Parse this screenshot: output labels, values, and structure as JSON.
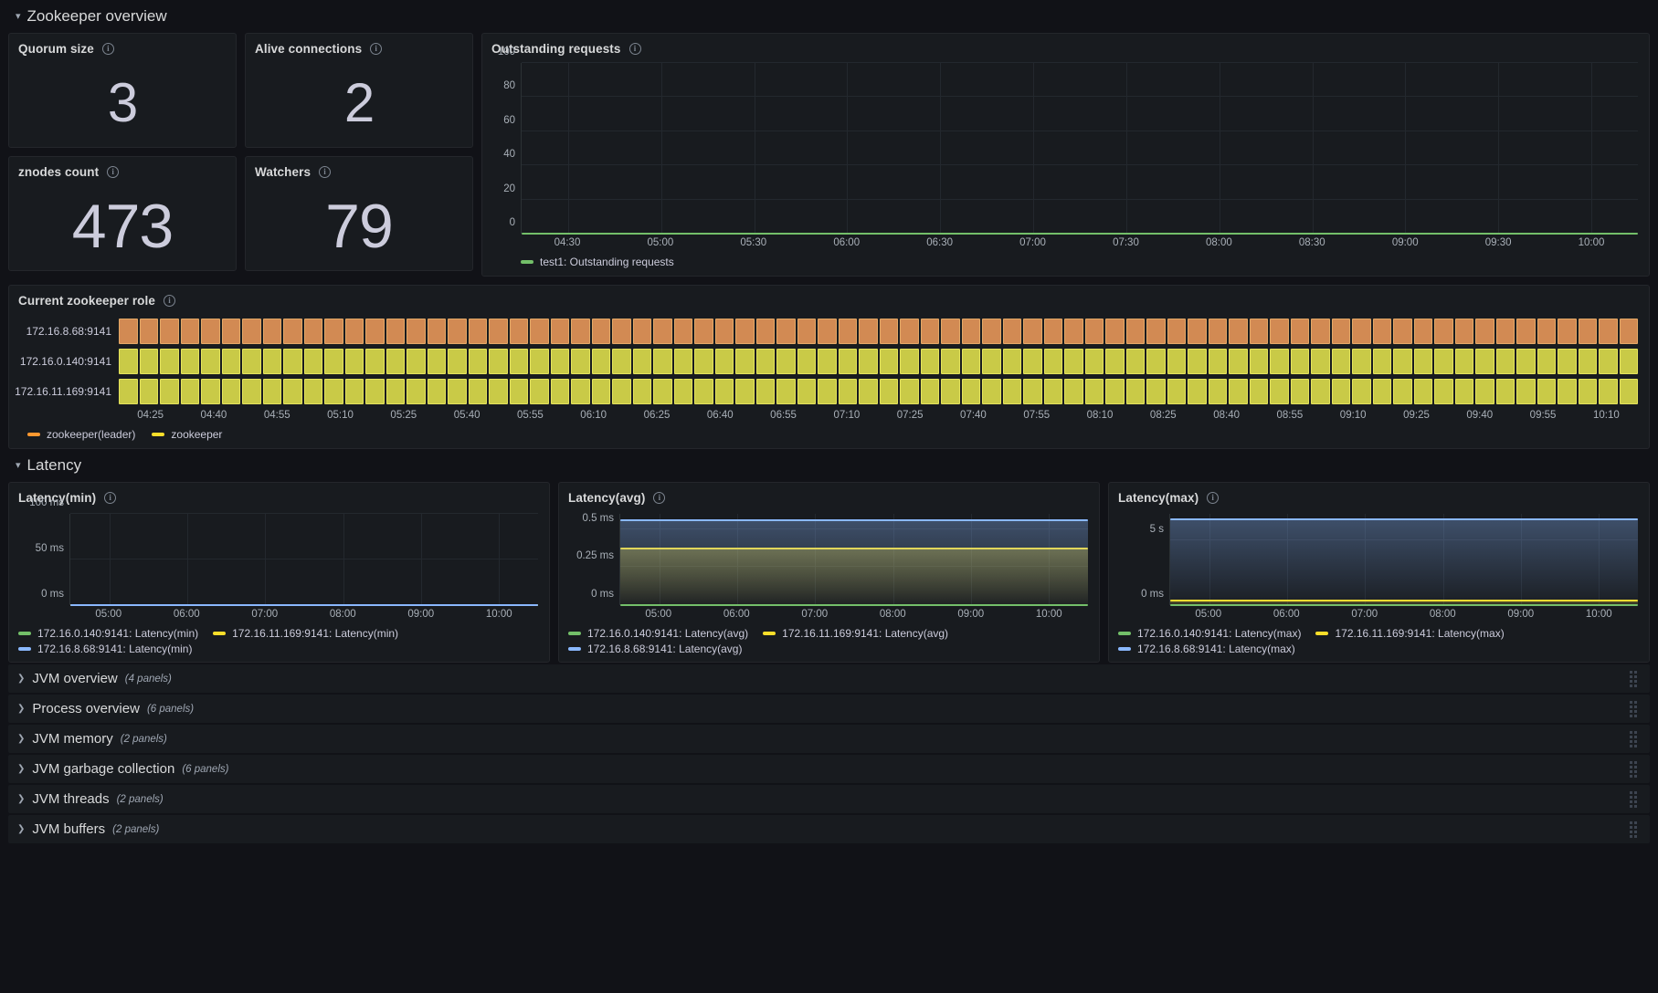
{
  "rows": {
    "zookeeper_overview": {
      "title": "Zookeeper overview",
      "chevron": "chevron-down"
    },
    "latency": {
      "title": "Latency",
      "chevron": "chevron-down"
    }
  },
  "stats": [
    {
      "title": "Quorum size",
      "value": "3",
      "info": "info-icon"
    },
    {
      "title": "Alive connections",
      "value": "2",
      "info": "info-icon"
    },
    {
      "title": "znodes count",
      "value": "473",
      "info": "info-icon"
    },
    {
      "title": "Watchers",
      "value": "79",
      "info": "info-icon"
    }
  ],
  "outstanding": {
    "title": "Outstanding requests",
    "legend": [
      {
        "label": "test1: Outstanding requests",
        "color": "#73bf69"
      }
    ]
  },
  "zk_role": {
    "title": "Current zookeeper role",
    "rows": [
      {
        "label": "172.16.8.68:9141",
        "color": "#d28a53"
      },
      {
        "label": "172.16.0.140:9141",
        "color": "#c9ca47"
      },
      {
        "label": "172.16.11.169:9141",
        "color": "#c9ca47"
      }
    ],
    "legend": [
      {
        "label": "zookeeper(leader)",
        "color": "#ff9830"
      },
      {
        "label": "zookeeper",
        "color": "#fade2a"
      }
    ]
  },
  "latency_panels": [
    {
      "title": "Latency(min)",
      "legend": [
        {
          "label": "172.16.0.140:9141: Latency(min)",
          "color": "#73bf69"
        },
        {
          "label": "172.16.11.169:9141: Latency(min)",
          "color": "#fade2a"
        },
        {
          "label": "172.16.8.68:9141: Latency(min)",
          "color": "#8ab8ff"
        }
      ]
    },
    {
      "title": "Latency(avg)",
      "legend": [
        {
          "label": "172.16.0.140:9141: Latency(avg)",
          "color": "#73bf69"
        },
        {
          "label": "172.16.11.169:9141: Latency(avg)",
          "color": "#fade2a"
        },
        {
          "label": "172.16.8.68:9141: Latency(avg)",
          "color": "#8ab8ff"
        }
      ]
    },
    {
      "title": "Latency(max)",
      "legend": [
        {
          "label": "172.16.0.140:9141: Latency(max)",
          "color": "#73bf69"
        },
        {
          "label": "172.16.11.169:9141: Latency(max)",
          "color": "#fade2a"
        },
        {
          "label": "172.16.8.68:9141: Latency(max)",
          "color": "#8ab8ff"
        }
      ]
    }
  ],
  "collapsed_rows": [
    {
      "title": "JVM overview",
      "count": "(4 panels)",
      "chevron": "chevron-right"
    },
    {
      "title": "Process overview",
      "count": "(6 panels)",
      "chevron": "chevron-right"
    },
    {
      "title": "JVM memory",
      "count": "(2 panels)",
      "chevron": "chevron-right"
    },
    {
      "title": "JVM garbage collection",
      "count": "(6 panels)",
      "chevron": "chevron-right"
    },
    {
      "title": "JVM threads",
      "count": "(2 panels)",
      "chevron": "chevron-right"
    },
    {
      "title": "JVM buffers",
      "count": "(2 panels)",
      "chevron": "chevron-right"
    }
  ],
  "chart_data": [
    {
      "type": "line",
      "title": "Outstanding requests",
      "xlabel": "",
      "ylabel": "",
      "ylim": [
        0,
        100
      ],
      "yticks": [
        0,
        20,
        40,
        60,
        80,
        100
      ],
      "ytick_labels": [
        "0",
        "20",
        "40",
        "60",
        "80",
        "100"
      ],
      "xtick_labels": [
        "04:30",
        "05:00",
        "05:30",
        "06:00",
        "06:30",
        "07:00",
        "07:30",
        "08:00",
        "08:30",
        "09:00",
        "09:30",
        "10:00"
      ],
      "grid": true,
      "legend_position": "bottom",
      "series": [
        {
          "name": "test1: Outstanding requests",
          "color": "#73bf69",
          "constant_value": 0
        }
      ]
    },
    {
      "type": "heatmap",
      "title": "Current zookeeper role",
      "ylabel": "",
      "categories": [
        "172.16.8.68:9141",
        "172.16.0.140:9141",
        "172.16.11.169:9141"
      ],
      "xtick_labels": [
        "04:25",
        "04:40",
        "04:55",
        "05:10",
        "05:25",
        "05:40",
        "05:55",
        "06:10",
        "06:25",
        "06:40",
        "06:55",
        "07:10",
        "07:25",
        "07:40",
        "07:55",
        "08:10",
        "08:25",
        "08:40",
        "08:55",
        "09:10",
        "09:25",
        "09:40",
        "09:55",
        "10:10"
      ],
      "states": [
        {
          "row": "172.16.8.68:9141",
          "state": "zookeeper(leader)",
          "color": "#d28a53"
        },
        {
          "row": "172.16.0.140:9141",
          "state": "zookeeper",
          "color": "#c9ca47"
        },
        {
          "row": "172.16.11.169:9141",
          "state": "zookeeper",
          "color": "#c9ca47"
        }
      ],
      "legend_position": "bottom"
    },
    {
      "type": "line",
      "title": "Latency(min)",
      "ylim": [
        0,
        100
      ],
      "yticks": [
        0,
        50,
        100
      ],
      "ytick_labels": [
        "0 ms",
        "50 ms",
        "100 ms"
      ],
      "xtick_labels": [
        "05:00",
        "06:00",
        "07:00",
        "08:00",
        "09:00",
        "10:00"
      ],
      "grid": true,
      "legend_position": "bottom",
      "series": [
        {
          "name": "172.16.0.140:9141: Latency(min)",
          "color": "#73bf69",
          "constant_value": 0
        },
        {
          "name": "172.16.11.169:9141: Latency(min)",
          "color": "#fade2a",
          "constant_value": 0
        },
        {
          "name": "172.16.8.68:9141: Latency(min)",
          "color": "#8ab8ff",
          "constant_value": 0
        }
      ]
    },
    {
      "type": "area",
      "title": "Latency(avg)",
      "ylim": [
        0,
        0.6
      ],
      "yticks": [
        0,
        0.25,
        0.5
      ],
      "ytick_labels": [
        "0 ms",
        "0.25 ms",
        "0.5 ms"
      ],
      "xtick_labels": [
        "05:00",
        "06:00",
        "07:00",
        "08:00",
        "09:00",
        "10:00"
      ],
      "grid": true,
      "legend_position": "bottom",
      "series": [
        {
          "name": "172.16.0.140:9141: Latency(avg)",
          "color": "#73bf69",
          "constant_value": 0
        },
        {
          "name": "172.16.11.169:9141: Latency(avg)",
          "color": "#fade2a",
          "constant_value": 0.37
        },
        {
          "name": "172.16.8.68:9141: Latency(avg)",
          "color": "#8ab8ff",
          "constant_value": 0.56
        }
      ]
    },
    {
      "type": "area",
      "title": "Latency(max)",
      "ylim": [
        0,
        7
      ],
      "yticks": [
        0,
        5
      ],
      "ytick_labels": [
        "0 ms",
        "5 s"
      ],
      "xtick_labels": [
        "05:00",
        "06:00",
        "07:00",
        "08:00",
        "09:00",
        "10:00"
      ],
      "grid": true,
      "legend_position": "bottom",
      "series": [
        {
          "name": "172.16.0.140:9141: Latency(max)",
          "color": "#73bf69",
          "constant_value": 0
        },
        {
          "name": "172.16.11.169:9141: Latency(max)",
          "color": "#fade2a",
          "constant_value": 0.35
        },
        {
          "name": "172.16.8.68:9141: Latency(max)",
          "color": "#8ab8ff",
          "constant_value": 6.6
        }
      ]
    }
  ]
}
